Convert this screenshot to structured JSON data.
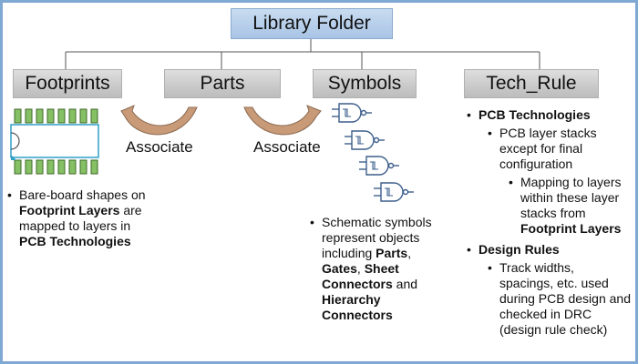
{
  "root": {
    "label": "Library Folder"
  },
  "categories": [
    {
      "label": "Footprints"
    },
    {
      "label": "Parts"
    },
    {
      "label": "Symbols"
    },
    {
      "label": "Tech_Rule"
    }
  ],
  "associate": [
    "Associate",
    "Associate"
  ],
  "footprints": {
    "t1": "Bare-board shapes on ",
    "b1": "Footprint Layers",
    "t2": " are mapped to layers in ",
    "b2": "PCB Technologies"
  },
  "symbols": {
    "t1": "Schematic symbols represent objects including ",
    "b1": "Parts",
    "t2": ", ",
    "b2": "Gates",
    "t3": ", ",
    "b3": "Sheet Connectors",
    "t4": " and ",
    "b4": "Hierarchy Connectors"
  },
  "tech_rule": {
    "pcb_tech": "PCB Technologies",
    "pcb_sub": "PCB layer stacks except for final configuration",
    "mapping_text": "Mapping to layers within these layer stacks from ",
    "mapping_bold": "Footprint Layers",
    "design_rules": "Design Rules",
    "rules_sub": "Track widths, spacings, etc. used during PCB design and checked in DRC (design rule check)"
  },
  "colors": {
    "frame": "#7fa8d2",
    "root_fill": "#b8d0ec",
    "category_fill": "#cccccc",
    "arrow_fill": "#c89a78",
    "chip_pin": "#86c064",
    "chip_accent": "#2fa0c8",
    "gate_stroke": "#3d5f8c"
  }
}
